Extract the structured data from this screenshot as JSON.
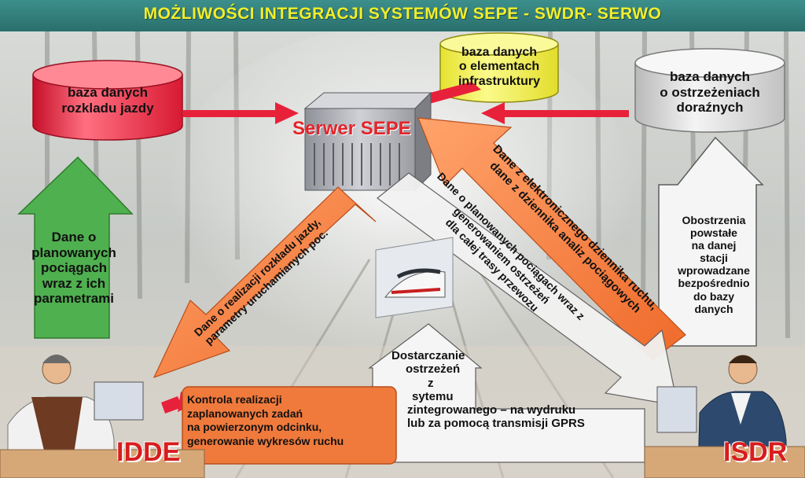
{
  "title": "MOŻLIWOŚCI INTEGRACJI SYSTEMÓW SEPE - SWDR- SERWO",
  "server": {
    "label": "Serwer SEPE"
  },
  "databases": {
    "timetable": {
      "line1": "baza danych",
      "line2": "rozkladu jazdy"
    },
    "infrastructure": {
      "line1": "baza danych",
      "line2": "o elementach",
      "line3": "infrastruktury"
    },
    "warnings": {
      "line1": "baza danych",
      "line2": "o ostrzeżeniach",
      "line3": "doraźnych"
    }
  },
  "arrows": {
    "planned_trains": {
      "line1": "Dane o",
      "line2": "planowanych",
      "line3": "pociągach",
      "line4": "wraz z ich",
      "line5": "parametrami"
    },
    "timetable_realization": {
      "line1": "Dane o realizacji rozkładu jazdy,",
      "line2": "parametry uruchamianych poc."
    },
    "planned_with_warnings": {
      "line1": "Dane o planowanych pociągach wraz z",
      "line2": "generowaniem ostrzeżeń",
      "line3": "dla całej trasy przewozu"
    },
    "electronic_log": {
      "line1": "Dane z elektronicznego dziennika ruchu,",
      "line2": "dane z dziennika analiz pociągowych"
    },
    "restrictions": {
      "line1": "Obostrzenia",
      "line2": "powstałe",
      "line3": "na danej",
      "line4": "stacji",
      "line5": "wprowadzane",
      "line6": "bezpośrednio",
      "line7": "do bazy",
      "line8": "danych"
    },
    "delivery": {
      "line1": "Dostarczanie",
      "line2": "ostrzeżeń",
      "line3": "z",
      "line4": "sytemu",
      "line5": "zintegrowanego – na wydruku",
      "line6": "lub za pomocą transmisji GPRS"
    }
  },
  "control_box": {
    "line1": "Kontrola realizacji",
    "line2": "zaplanowanych zadań",
    "line3": "na powierzonym odcinku,",
    "line4": "generowanie wykresów ruchu"
  },
  "stations": {
    "left": "IDDE",
    "right": "ISDR"
  },
  "colors": {
    "green": "#4fb04f",
    "orange": "#f07a3c",
    "red": "#e8213a",
    "yellow": "#f3f050",
    "gray": "#e2e2e2",
    "accent_red": "#d81d1d"
  },
  "icons": [
    "server-icon",
    "train-photo",
    "operator-left-icon",
    "operator-right-icon"
  ]
}
